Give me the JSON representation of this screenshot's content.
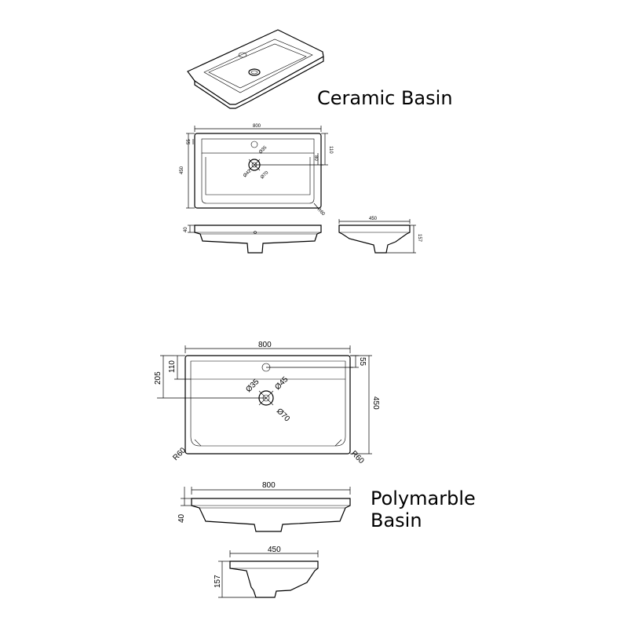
{
  "ceramic": {
    "title": "Ceramic Basin",
    "plan": {
      "width": "800",
      "depth": "450",
      "tap_offset": "55",
      "waste_offset": "110",
      "dim_80": "80",
      "tap_hole": "Ø35",
      "waste_hole": "Ø42",
      "waste_outer": "Ø70",
      "radius": "R60"
    },
    "front": {
      "height": "40"
    },
    "side": {
      "depth": "450",
      "height": "157"
    }
  },
  "polymarble": {
    "title_line1": "Polymarble",
    "title_line2": "Basin",
    "plan": {
      "width": "800",
      "depth": "450",
      "tap_offset": "55",
      "waste_offset_a": "110",
      "waste_offset_b": "205",
      "tap_hole": "Ø35",
      "waste_hole": "Ø45",
      "waste_outer": "Ø70",
      "radius_left": "R60",
      "radius_right": "R60"
    },
    "front": {
      "width": "800",
      "height": "40"
    },
    "side": {
      "depth": "450",
      "height": "157"
    }
  }
}
